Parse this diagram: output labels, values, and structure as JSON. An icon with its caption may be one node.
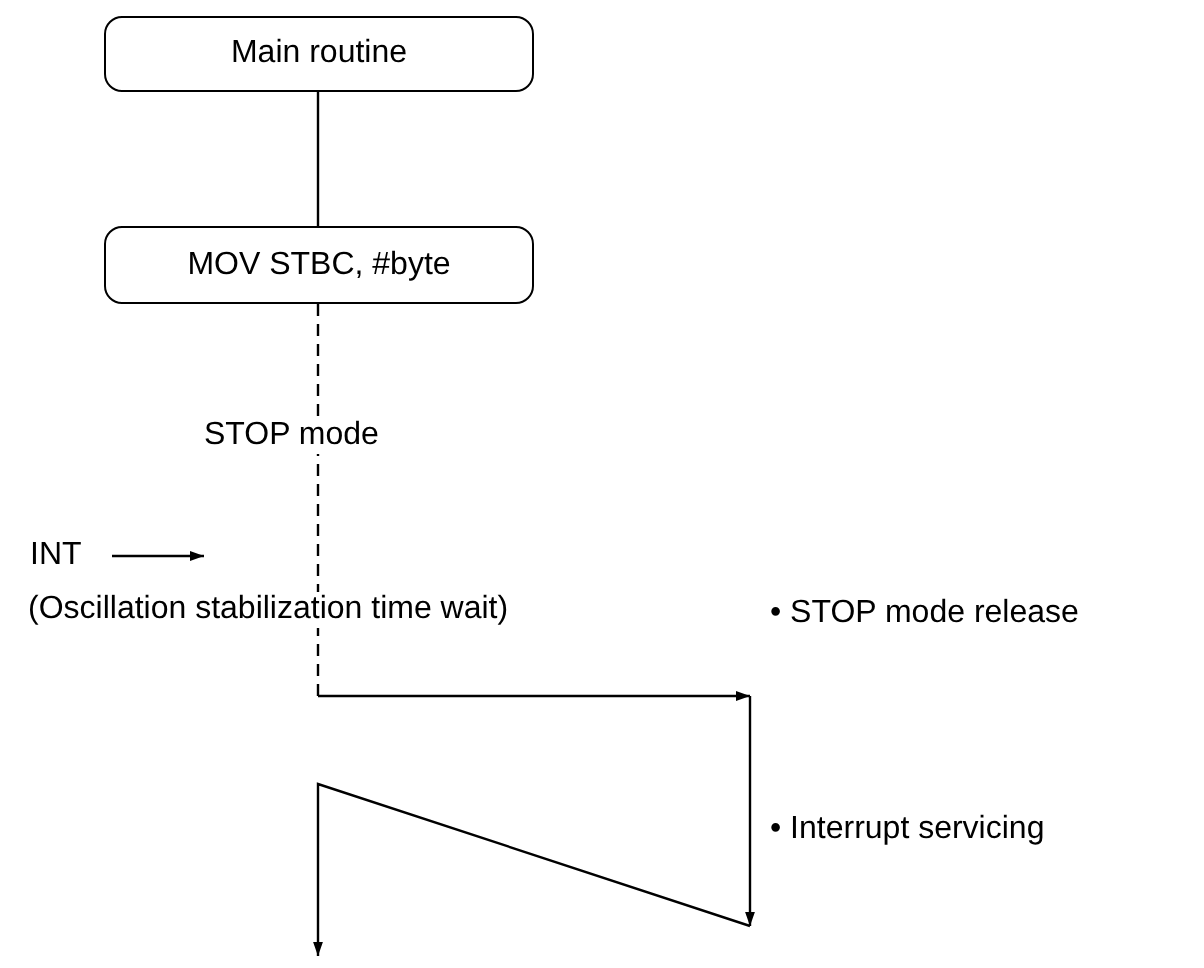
{
  "diagram": {
    "nodes": [
      {
        "text": [
          "Main routine"
        ]
      },
      {
        "text": [
          "MOV STBC, #byte"
        ]
      }
    ],
    "edges": [
      {
        "from": 0,
        "to": 1,
        "arrow": "none"
      },
      {
        "from": 1,
        "to": null,
        "arrow": "none",
        "style": "dashed"
      }
    ],
    "labels": [
      "STOP mode",
      "INT",
      "(Oscillation stabilization time wait)",
      "• STOP mode release",
      "• Interrupt servicing"
    ]
  }
}
